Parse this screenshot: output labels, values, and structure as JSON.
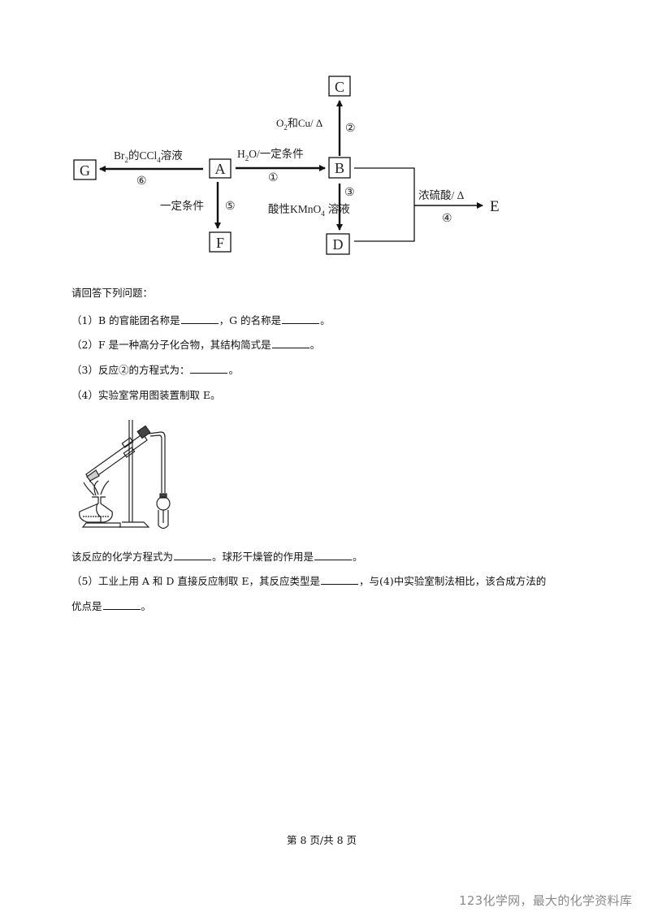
{
  "diagram": {
    "nodes": {
      "A": "A",
      "B": "B",
      "C": "C",
      "D": "D",
      "E": "E",
      "F": "F",
      "G": "G"
    },
    "reactions": {
      "r1": {
        "label_main": "H",
        "label_sub": "2",
        "label_rest": "O/一定条件",
        "num": "①"
      },
      "r2": {
        "label_main": "O",
        "label_sub": "2",
        "label_rest": "和Cu/ Δ",
        "num": "②"
      },
      "r3": {
        "label_main": "酸性KMnO",
        "label_sub": "4",
        "label_rest": "溶液",
        "num": "③"
      },
      "r4": {
        "label": "浓硫酸/ Δ",
        "num": "④"
      },
      "r5": {
        "label": "一定条件",
        "num": "⑤"
      },
      "r6": {
        "label_main": "Br",
        "label_sub": "2",
        "label_mid": "的CCl",
        "label_sub2": "4",
        "label_rest": "溶液",
        "num": "⑥"
      }
    }
  },
  "questions": {
    "intro": "请回答下列问题：",
    "q1_a": "（1）B 的官能团名称是",
    "q1_b": "，G 的名称是",
    "q1_c": "。",
    "q2_a": "（2）F 是一种高分子化合物，其结构简式是",
    "q2_b": "。",
    "q3_a": "（3）反应②的方程式为：",
    "q3_b": "。",
    "q4": "（4）实验室常用图装置制取 E。",
    "q4b_a": "该反应的化学方程式为",
    "q4b_b": "。球形干燥管的作用是",
    "q4b_c": "。",
    "q5_a": "（5）工业上用 A 和 D 直接反应制取 E，其反应类型是",
    "q5_b": "，与(4)中实验室制法相比，该合成方法的",
    "q5c_a": "优点是",
    "q5c_b": "。"
  },
  "footer": {
    "page": "第 8 页/共 8 页"
  },
  "watermark": "123化学网，最大的化学资料库"
}
